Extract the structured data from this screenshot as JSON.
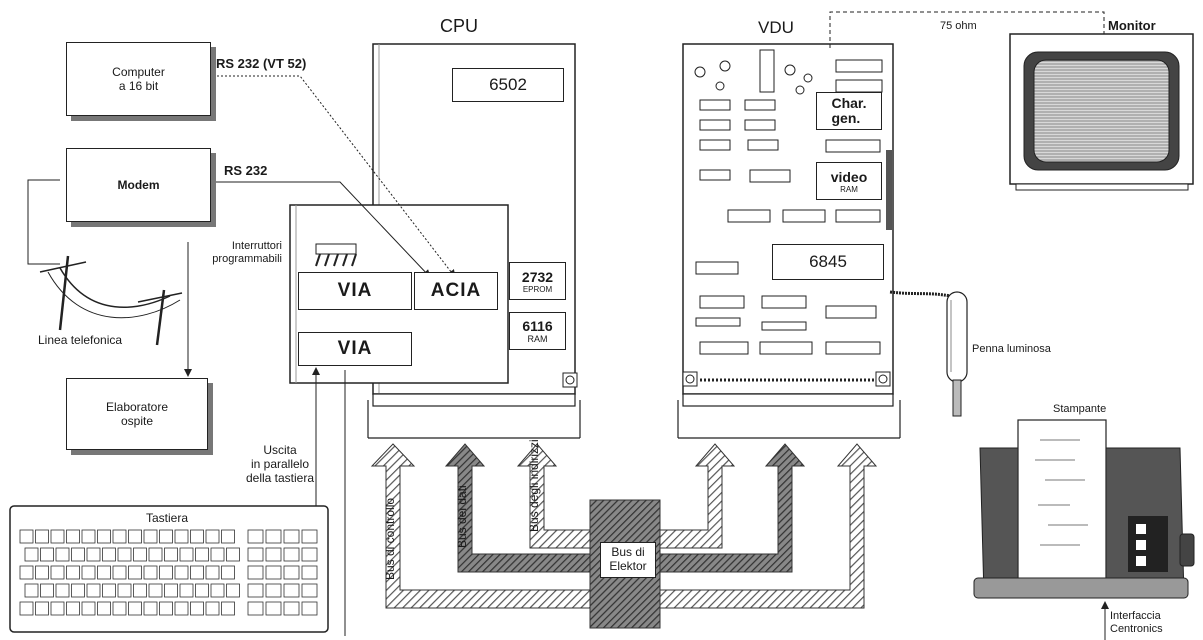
{
  "titles": {
    "cpu": "CPU",
    "vdu": "VDU",
    "monitor": "Monitor",
    "stampante": "Stampante",
    "tastiera": "Tastiera"
  },
  "boxes": {
    "computer": "Computer\na 16 bit",
    "modem": "Modem",
    "elaboratore": "Elaboratore\nospite"
  },
  "links": {
    "rs232_vt52": "RS 232 (VT 52)",
    "rs232": "RS 232",
    "ohm": "75 ohm",
    "linea": "Linea telefonica",
    "interruttori": "Interruttori\nprogrammabili",
    "uscita": "Uscita\nin parallelo\ndella tastiera",
    "penna": "Penna luminosa",
    "interfaccia": "Interfaccia\nCentronics"
  },
  "cpu_chips": {
    "c6502": "6502",
    "via1": "VIA",
    "via2": "VIA",
    "acia": "ACIA",
    "c2732": "2732",
    "eprom": "EPROM",
    "c6116": "6116",
    "ram": "RAM"
  },
  "vdu_chips": {
    "chargen": "Char.\ngen.",
    "video": "video",
    "videoram": "RAM",
    "c6845": "6845"
  },
  "bus": {
    "controllo": "Bus di controllo",
    "dati": "Bus dei dati",
    "indirizzi": "Bus degli indirizzi",
    "elektor": "Bus di\nElektor"
  },
  "colors": {
    "line": "#222222",
    "shadow": "#777777",
    "hatch": "#555555",
    "paper": "#ffffff"
  }
}
